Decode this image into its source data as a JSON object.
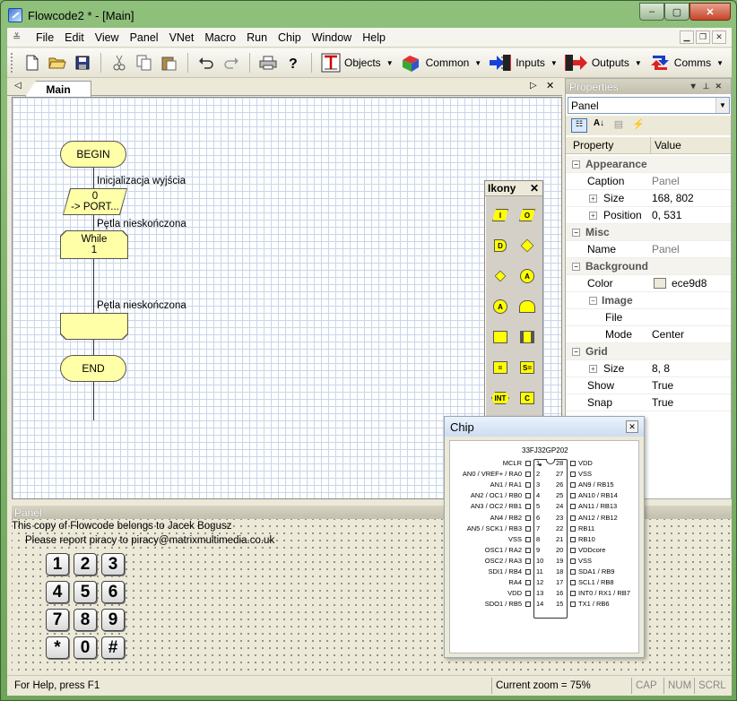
{
  "window": {
    "title": "Flowcode2 * - [Main]",
    "min_label": "‒",
    "max_label": "▢",
    "close_label": "✕"
  },
  "menubar": {
    "items": [
      "File",
      "Edit",
      "View",
      "Panel",
      "VNet",
      "Macro",
      "Run",
      "Chip",
      "Window",
      "Help"
    ]
  },
  "toolbar": {
    "objects_label": "Objects",
    "common_label": "Common",
    "inputs_label": "Inputs",
    "outputs_label": "Outputs",
    "comms_label": "Comms"
  },
  "tabs": {
    "main_label": "Main",
    "nav_left": "◁",
    "nav_right": "▷",
    "close": "✕"
  },
  "flowchart": {
    "begin": "BEGIN",
    "init_label": "Inicjalizacja wyjścia",
    "output_value": "0",
    "output_target": "-> PORT...",
    "loop_label_top": "Pętla nieskończona",
    "while_label": "While",
    "while_cond": "1",
    "loop_label_bottom": "Pętla nieskończona",
    "end": "END"
  },
  "ikony": {
    "title": "Ikony",
    "close": "✕",
    "items": [
      "input-icon",
      "output-icon",
      "delay-icon",
      "decision-icon",
      "connection-point-icon",
      "macro-call-icon",
      "component-macro-icon",
      "loop-icon",
      "sub-macro-icon",
      "complex-macro-icon",
      "calculation-icon",
      "string-manipulation-icon",
      "interrupt-icon",
      "c-code-icon",
      "comment-icon"
    ],
    "glyph_labels": [
      "I",
      "O",
      "D",
      "",
      "",
      "A",
      "A",
      "",
      "",
      "",
      "=",
      "S=",
      "INT",
      "C",
      ""
    ]
  },
  "properties": {
    "title": "Properties",
    "selected": "Panel",
    "col_property": "Property",
    "col_value": "Value",
    "rows": [
      {
        "kind": "cat",
        "name": "Appearance"
      },
      {
        "kind": "prop",
        "name": "Caption",
        "value": "Panel",
        "dim": true
      },
      {
        "kind": "sub",
        "name": "Size",
        "value": "168, 802"
      },
      {
        "kind": "sub",
        "name": "Position",
        "value": "0, 531"
      },
      {
        "kind": "cat",
        "name": "Misc"
      },
      {
        "kind": "prop",
        "name": "Name",
        "value": "Panel",
        "dim": true
      },
      {
        "kind": "cat",
        "name": "Background"
      },
      {
        "kind": "prop",
        "name": "Color",
        "value": "ece9d8"
      },
      {
        "kind": "subcat",
        "name": "Image"
      },
      {
        "kind": "prop2",
        "name": "File",
        "value": ""
      },
      {
        "kind": "prop2",
        "name": "Mode",
        "value": "Center"
      },
      {
        "kind": "cat",
        "name": "Grid"
      },
      {
        "kind": "sub",
        "name": "Size",
        "value": "8, 8"
      },
      {
        "kind": "prop",
        "name": "Show",
        "value": "True"
      },
      {
        "kind": "prop",
        "name": "Snap",
        "value": "True"
      }
    ],
    "bg_color": "#ece9d8"
  },
  "panel": {
    "title": "Panel",
    "line1": "This copy of Flowcode belongs to Jacek Bogusz",
    "line2": "Please report piracy to piracy@matrixmultimedia.co.uk",
    "keys": [
      "1",
      "2",
      "3",
      "4",
      "5",
      "6",
      "7",
      "8",
      "9",
      "*",
      "0",
      "#"
    ]
  },
  "chip": {
    "title": "Chip",
    "close": "✕",
    "part": "33FJ32GP202",
    "left_pins": [
      "MCLR",
      "AN0 / VREF+ / RA0",
      "AN1 / RA1",
      "AN2 / OC1 / RB0",
      "AN3 / OC2 / RB1",
      "AN4 / RB2",
      "AN5 / SCK1 / RB3",
      "VSS",
      "OSC1 / RA2",
      "OSC2 / RA3",
      "SDI1 / RB4",
      "RA4",
      "VDD",
      "SDO1 / RB5"
    ],
    "right_pins": [
      "VDD",
      "VSS",
      "AN9 / RB15",
      "AN10 / RB14",
      "AN11 / RB13",
      "AN12 / RB12",
      "RB11",
      "RB10",
      "VDDcore",
      "VSS",
      "SDA1 / RB9",
      "SCL1 / RB8",
      "INT0 / RX1 / RB7",
      "TX1 / RB6"
    ],
    "left_nums": [
      "1",
      "2",
      "3",
      "4",
      "5",
      "6",
      "7",
      "8",
      "9",
      "10",
      "11",
      "12",
      "13",
      "14"
    ],
    "right_nums": [
      "28",
      "27",
      "26",
      "25",
      "24",
      "23",
      "22",
      "21",
      "20",
      "19",
      "18",
      "17",
      "16",
      "15"
    ]
  },
  "statusbar": {
    "help": "For Help, press F1",
    "zoom": "Current zoom = 75%",
    "cap": "CAP",
    "num": "NUM",
    "scrl": "SCRL"
  }
}
